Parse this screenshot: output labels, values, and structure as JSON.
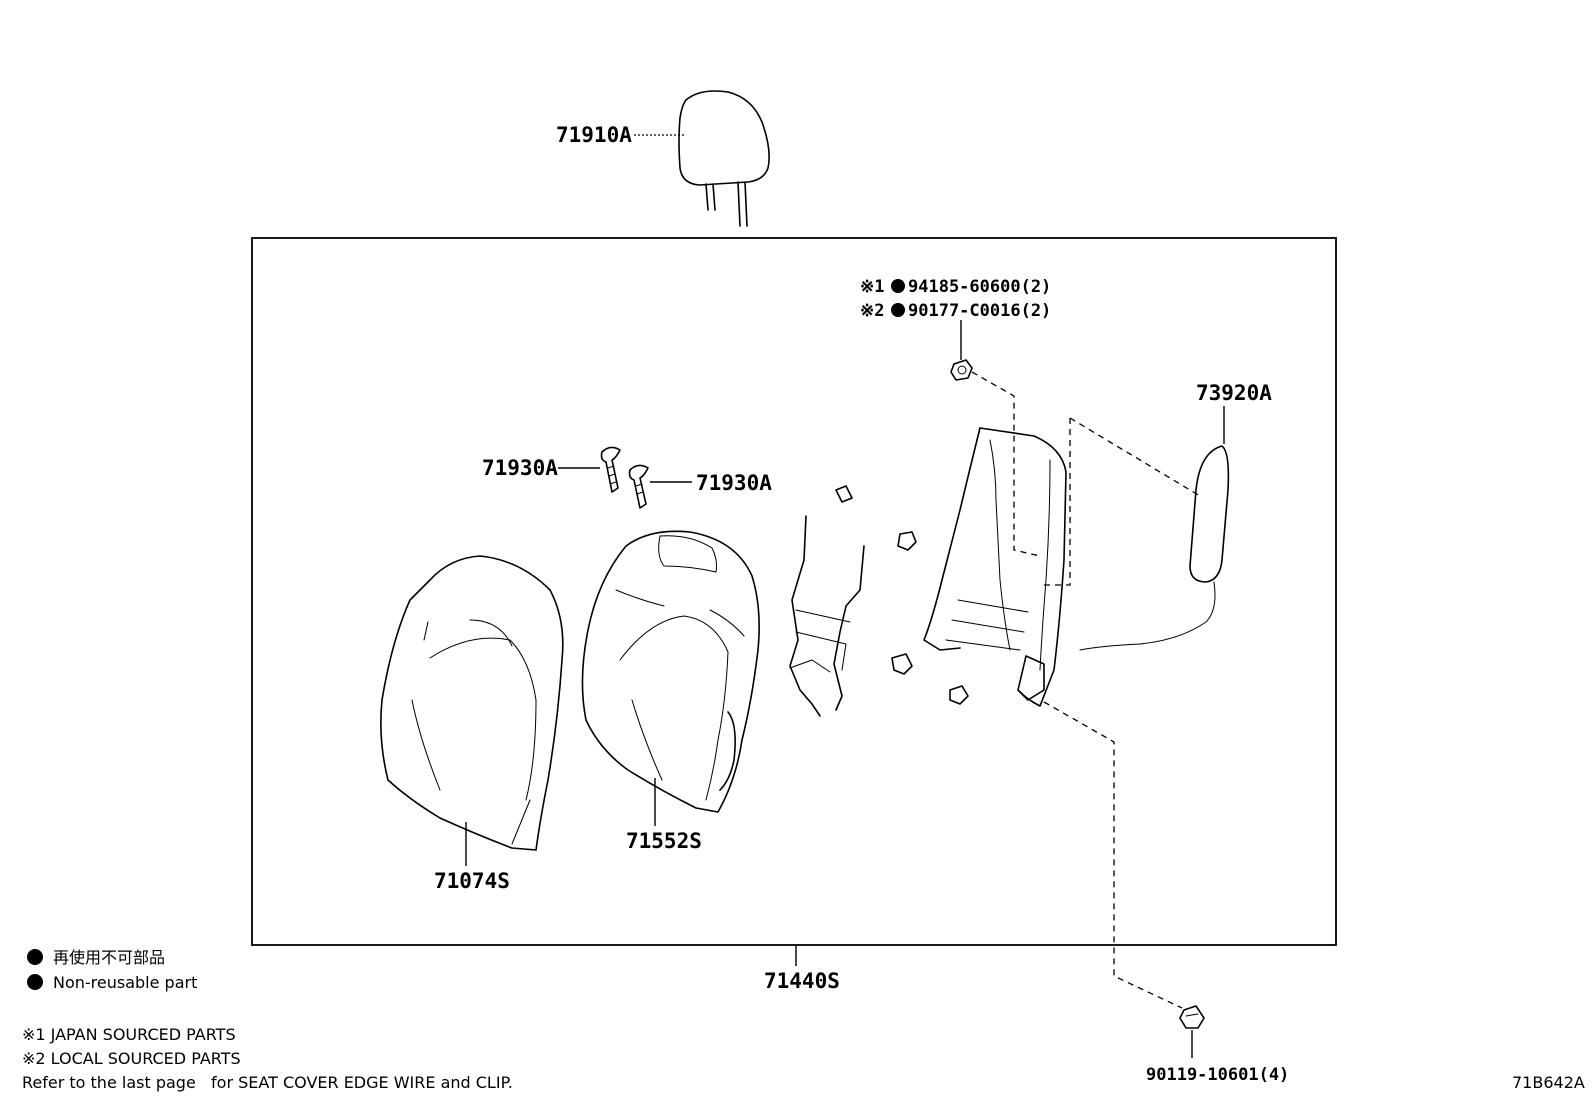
{
  "parts": {
    "headrest": "71910A",
    "clip_left": "71930A",
    "clip_right": "71930A",
    "frame_unit": "73920A",
    "back_pad": "71074S",
    "back_cover": "71552S",
    "seatback_assy": "71440S",
    "screw": "90119-10601(4)"
  },
  "nut_callouts": [
    {
      "marker": "※1",
      "part_no": "94185-60600(2)"
    },
    {
      "marker": "※2",
      "part_no": "90177-C0016(2)"
    }
  ],
  "legend": {
    "non_reusable_jp": "再使用不可部品",
    "non_reusable_en": "Non-reusable part"
  },
  "notes": {
    "note1": "※1  JAPAN SOURCED PARTS",
    "note2": "※2  LOCAL SOURCED PARTS",
    "note3": "Refer to the last page   for SEAT COVER EDGE WIRE and CLIP."
  },
  "figure_id": "71B642A"
}
